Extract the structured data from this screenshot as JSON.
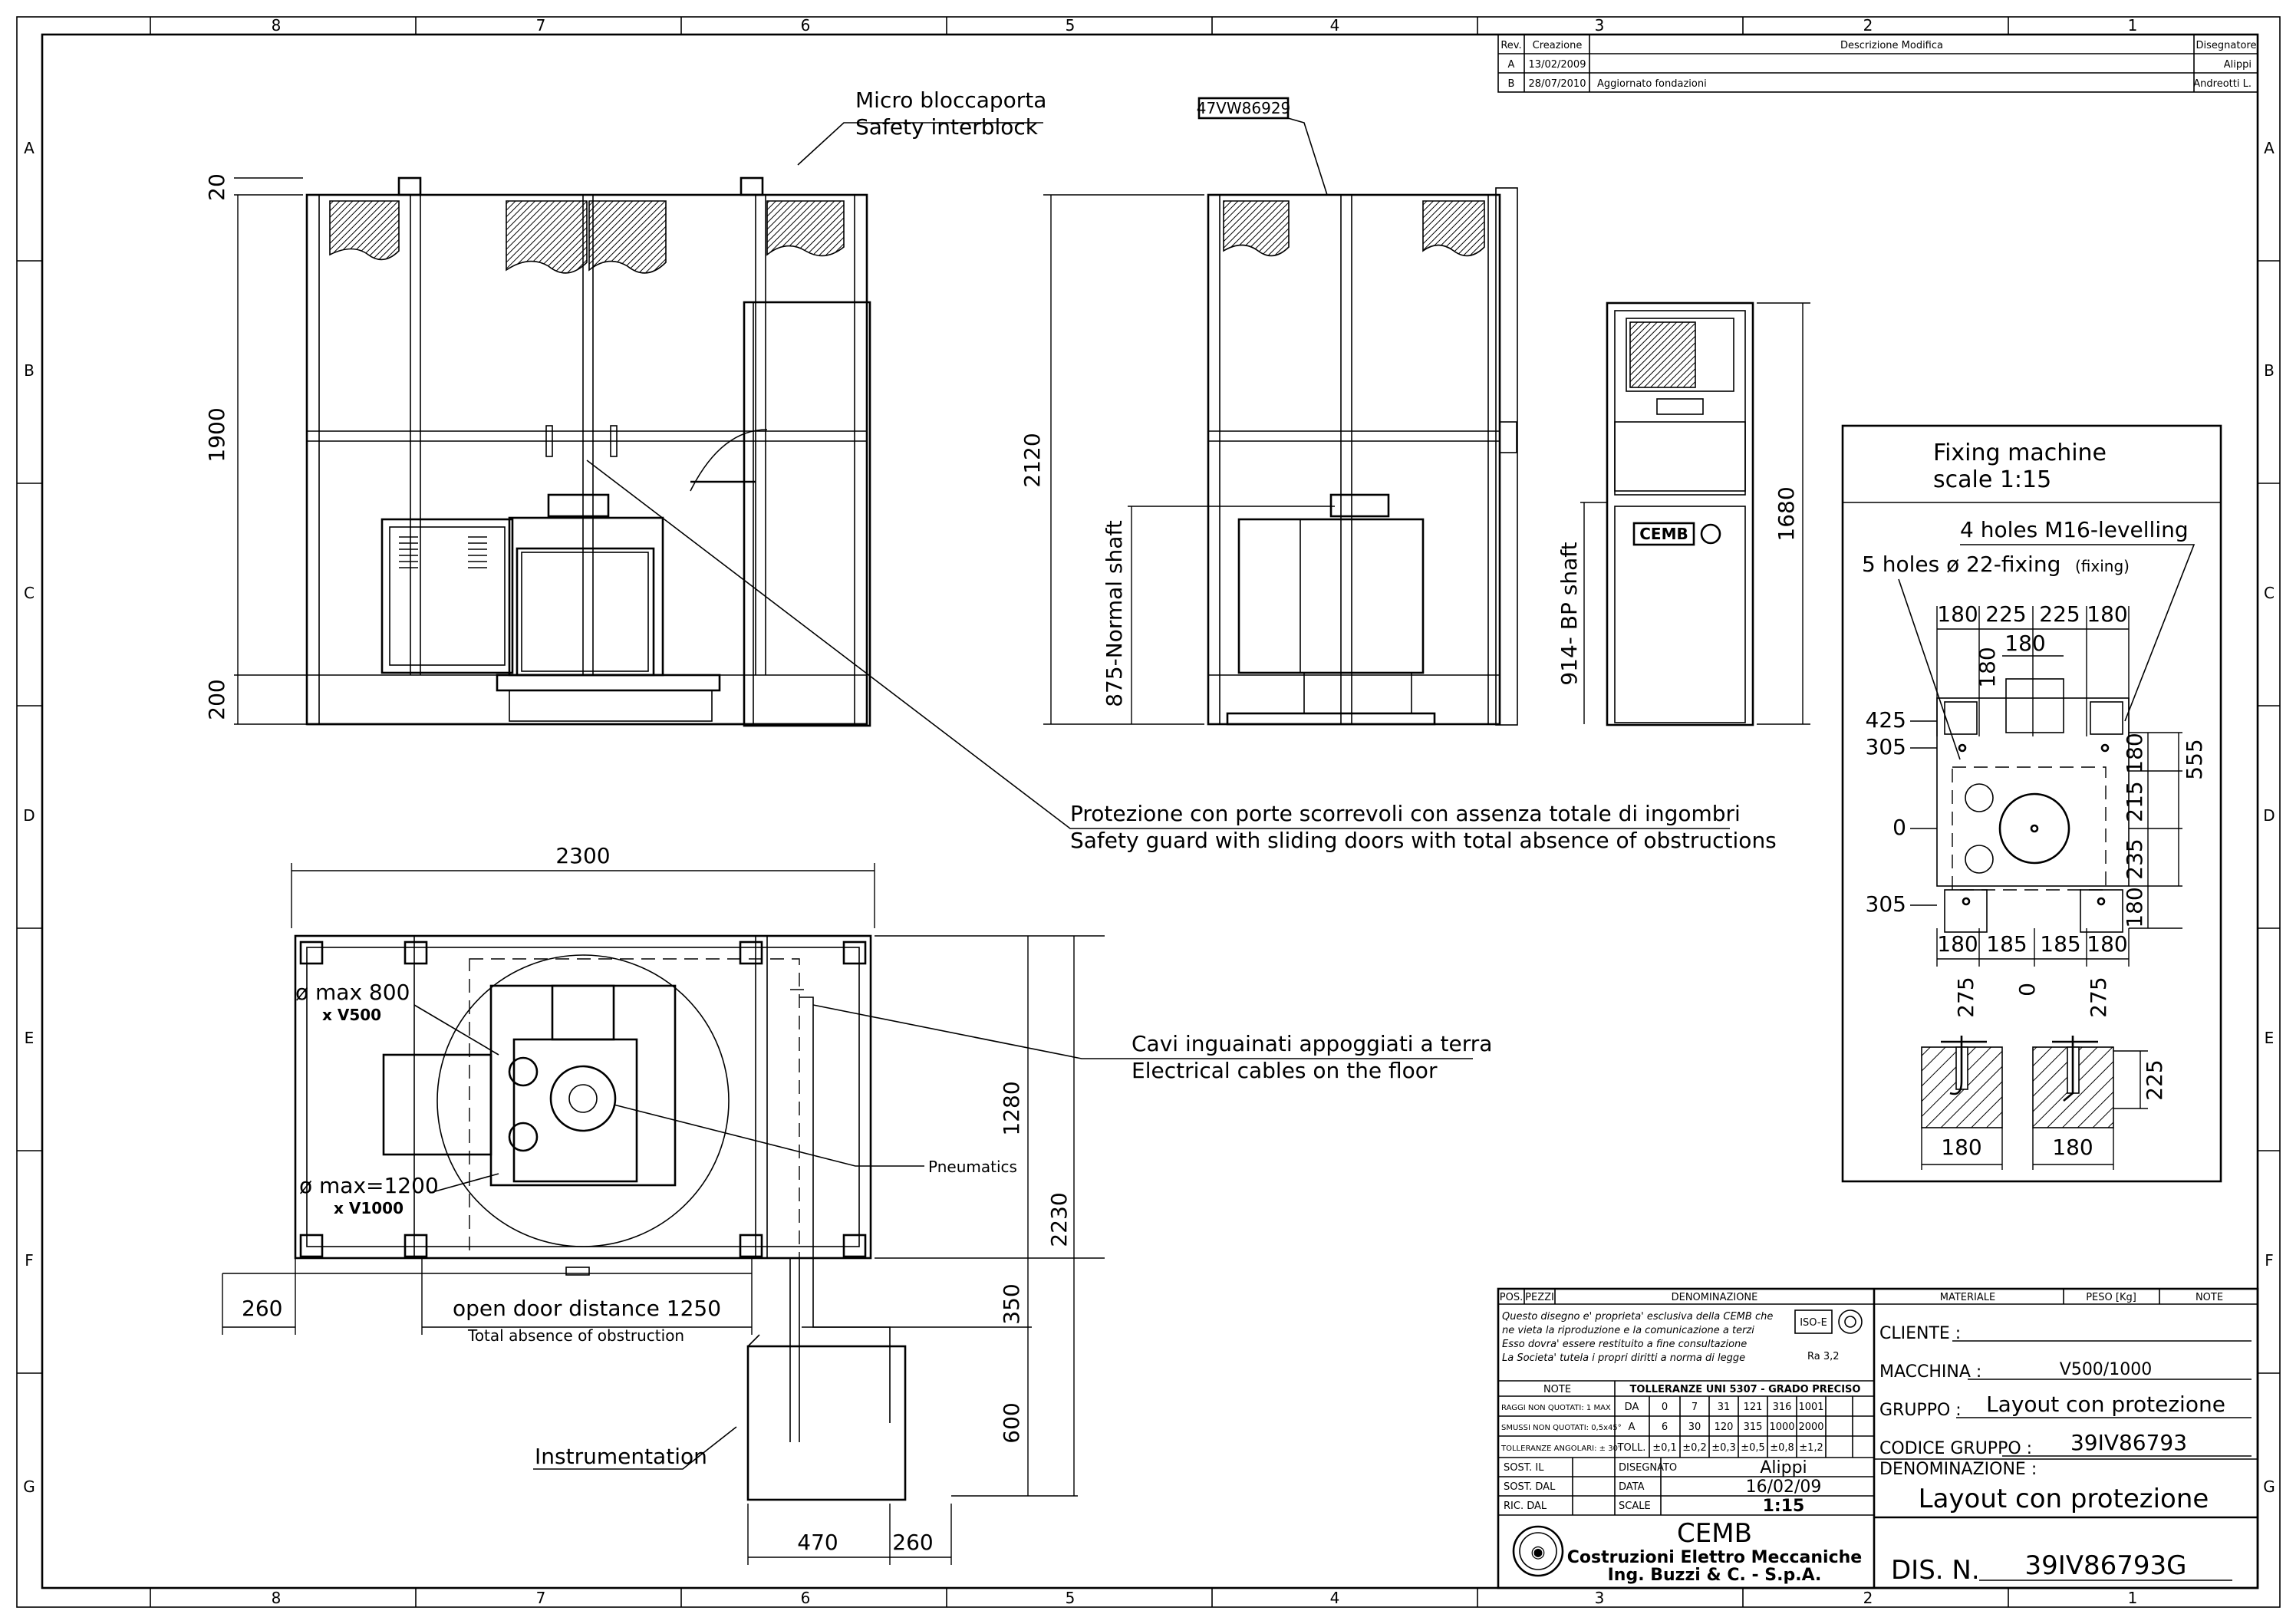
{
  "border": {
    "columns": [
      "8",
      "7",
      "6",
      "5",
      "4",
      "3",
      "2",
      "1"
    ],
    "rows": [
      "A",
      "B",
      "C",
      "D",
      "E",
      "F",
      "G"
    ]
  },
  "revisions": {
    "headers": [
      "Rev.",
      "Creazione",
      "Descrizione Modifica",
      "Disegnatore"
    ],
    "rows": [
      {
        "rev": "A",
        "date": "13/02/2009",
        "desc": "",
        "author": "Alippi"
      },
      {
        "rev": "B",
        "date": "28/07/2010",
        "desc": "Aggiornato fondazioni",
        "author": "Andreotti L."
      }
    ]
  },
  "front_view": {
    "label_it": "Micro bloccaporta",
    "label_en": "Safety interblock",
    "dims": {
      "top": "20",
      "height": "1900",
      "bottom": "200"
    }
  },
  "side_view": {
    "tag": "47VW86929",
    "dims": {
      "height": "2120",
      "normal_shaft": "875-Normal shaft",
      "bp_shaft": "914- BP shaft",
      "cabinet": "1680"
    },
    "cabinet_logo": "CEMB"
  },
  "callout_guard": {
    "it": "Protezione con porte scorrevoli con assenza totale di ingombri",
    "en": "Safety guard with sliding doors with total absence of obstructions"
  },
  "plan_view": {
    "width": "2300",
    "max800": "ø max 800",
    "v500": "x V500",
    "max1200": "ø max=1200",
    "v1000": "x V1000",
    "pneumatics": "Pneumatics",
    "cables_it": "Cavi inguainati appoggiati a terra",
    "cables_en": "Electrical cables on the floor",
    "dim_1280": "1280",
    "dim_2230": "2230",
    "dim_350": "350",
    "dim_600": "600",
    "dim_260_left": "260",
    "open_door": "open door distance 1250",
    "total_absence": "Total absence of obstruction",
    "instrumentation": "Instrumentation",
    "dim_470": "470",
    "dim_260_right": "260"
  },
  "fixing": {
    "title1": "Fixing machine",
    "title2": "scale 1:15",
    "holes_m16": "4 holes M16-levelling",
    "holes_22": "5 holes ø 22-fixing",
    "fixing_note": "(fixing)",
    "top_dims": [
      "180",
      "225",
      "225",
      "180"
    ],
    "inner_180": "180",
    "vert_180": "180",
    "y_labels": [
      "425",
      "305",
      "0",
      "305"
    ],
    "right_dims": [
      "180",
      "215",
      "235",
      "180"
    ],
    "right_total": "555",
    "bottom_dims": [
      "180",
      "185",
      "185",
      "180"
    ],
    "bottom_marks": [
      "275",
      "0",
      "275"
    ],
    "detail_225": "225",
    "detail_180a": "180",
    "detail_180b": "180"
  },
  "title_block": {
    "pos": "POS.",
    "pezzi": "PEZZI",
    "denominazione_h": "DENOMINAZIONE",
    "materiale_h": "MATERIALE",
    "peso_h": "PESO [Kg]",
    "note_h": "NOTE",
    "legal": [
      "Questo disegno e' proprieta' esclusiva della CEMB che",
      "ne vieta la riproduzione e la comunicazione a terzi",
      "Esso dovra' essere restituito a fine consultazione",
      "La Societa' tutela i propri diritti a norma di legge"
    ],
    "iso_mark": "ISO-E",
    "ra": "Ra 3,2",
    "cliente_l": "CLIENTE :",
    "macchina_l": "MACCHINA :",
    "macchina_v": "V500/1000",
    "gruppo_l": "GRUPPO :",
    "gruppo_v": "Layout con protezione",
    "codice_l": "CODICE GRUPPO :",
    "codice_v": "39IV86793",
    "denom_l": "DENOMINAZIONE :",
    "denom_v": "Layout con protezione",
    "dis_l": "DIS. N.",
    "dis_v": "39IV86793G",
    "note_l": "NOTE",
    "toll_h": "TOLLERANZE UNI 5307 - GRADO PRECISO",
    "tol_rows": [
      [
        "RAGGI NON QUOTATI: 1 MAX",
        "DA",
        "0",
        "7",
        "31",
        "121",
        "316",
        "1001"
      ],
      [
        "SMUSSI NON QUOTATI: 0,5x45°",
        "A",
        "6",
        "30",
        "120",
        "315",
        "1000",
        "2000"
      ],
      [
        "TOLLERANZE ANGOLARI: ± 30'",
        "TOLL.",
        "±0,1",
        "±0,2",
        "±0,3",
        "±0,5",
        "±0,8",
        "±1,2"
      ]
    ],
    "sost_il": "SOST. IL",
    "sost_dal": "SOST. DAL",
    "ric_dal": "RIC. DAL",
    "disegnato_l": "DISEGNATO",
    "disegnato_v": "Alippi",
    "data_l": "DATA",
    "data_v": "16/02/09",
    "scala_l": "SCALE",
    "scala_v": "1:15",
    "company": "CEMB",
    "company_sub1": "Costruzioni Elettro Meccaniche",
    "company_sub2": "Ing. Buzzi & C. - S.p.A."
  }
}
